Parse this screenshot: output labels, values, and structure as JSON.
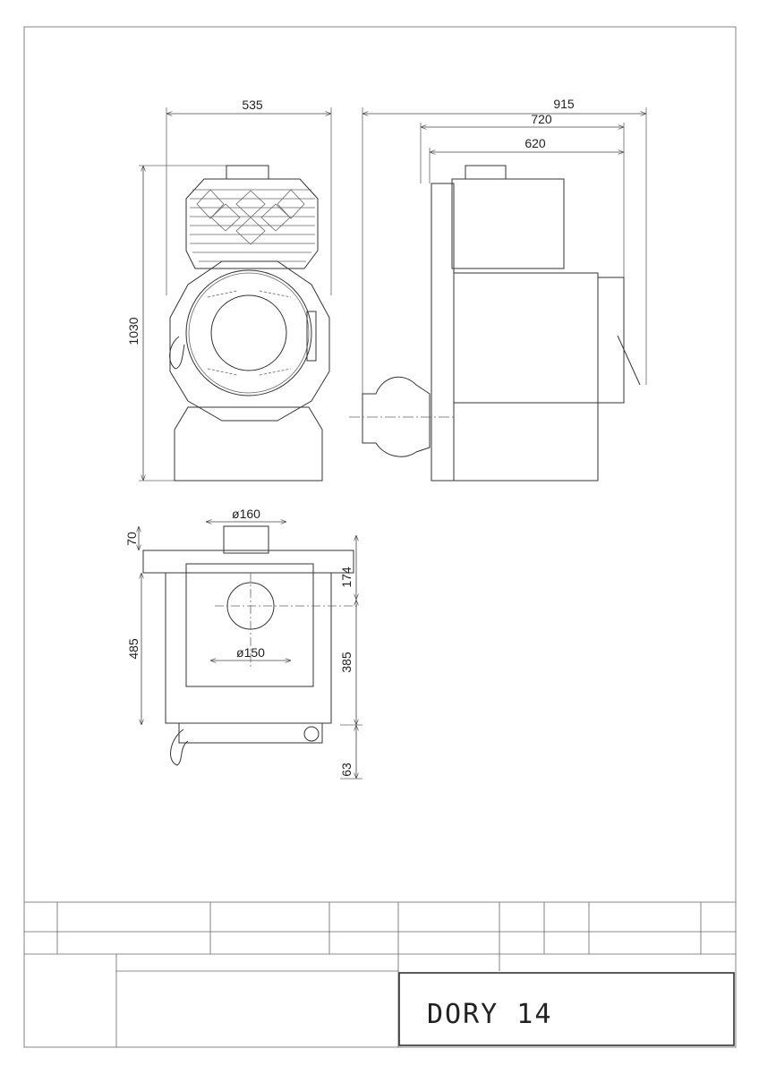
{
  "front_view": {
    "width_dim": "535",
    "height_dim": "1030"
  },
  "side_view": {
    "depth_total_dim": "915",
    "depth_mid_dim": "720",
    "depth_body_dim": "620"
  },
  "top_view": {
    "flue_diameter_dim": "ø160",
    "rear_outlet_diameter_dim": "ø150",
    "top_offset_dim": "70",
    "body_depth_dim": "485",
    "outlet_top_dim": "174",
    "outlet_height_dim": "385",
    "bottom_dim": "63"
  },
  "title_block": {
    "title": "DORY 14"
  }
}
